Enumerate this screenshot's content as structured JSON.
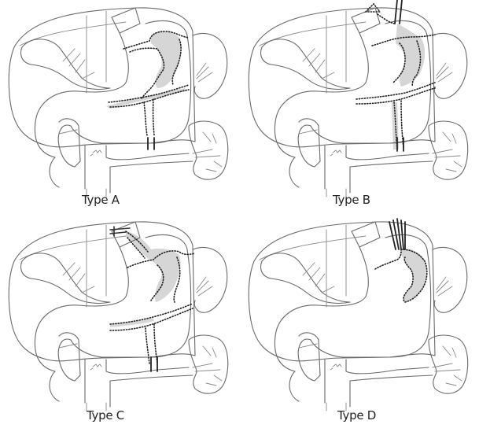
{
  "figure": {
    "description": "Four anatomical line drawings of upper abdomen (liver, stomach, duodenum, pancreas, spleen, kidney) showing vascular variants with dotted vessels and shaded regions",
    "panels": [
      {
        "id": "A",
        "label": "Type A",
        "clip_type": "none"
      },
      {
        "id": "B",
        "label": "Type B",
        "clip_type": "vertical-tubes-top"
      },
      {
        "id": "C",
        "label": "Type C",
        "clip_type": "horizontal-clip-top-left"
      },
      {
        "id": "D",
        "label": "Type D",
        "clip_type": "bundle-tubes-top",
        "note": "shaded region limited to upper stomach"
      }
    ],
    "colors": {
      "outline": "#6a6a6a",
      "dotted_vessel": "#222222",
      "shading": "#d6d6d6",
      "background": "#ffffff"
    }
  }
}
